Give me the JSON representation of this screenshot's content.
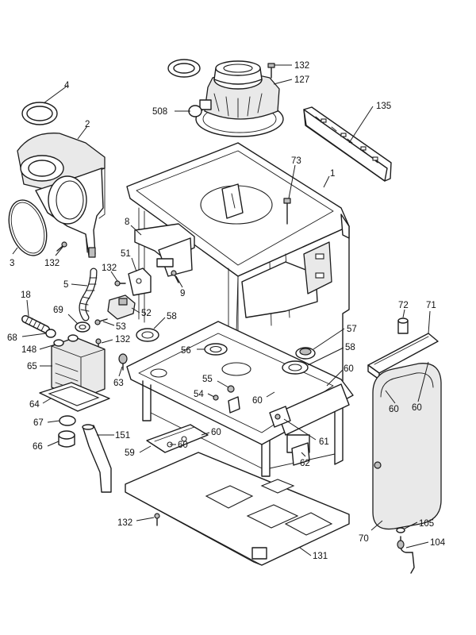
{
  "labels": {
    "l4": "4",
    "l2": "2",
    "l3": "3",
    "l132a": "132",
    "l132b": "132",
    "l127": "127",
    "l508": "508",
    "l135": "135",
    "l73": "73",
    "l1": "1",
    "l8": "8",
    "l51": "51",
    "l132c": "132",
    "l5": "5",
    "l9": "9",
    "l52": "52",
    "l18": "18",
    "l69": "69",
    "l53": "53",
    "l58a": "58",
    "l72": "72",
    "l71": "71",
    "l68": "68",
    "l132d": "132",
    "l57": "57",
    "l148": "148",
    "l56": "56",
    "l58b": "58",
    "l65": "65",
    "l63": "63",
    "l55": "55",
    "l60a": "60",
    "l54": "54",
    "l60b": "60",
    "l60c": "60",
    "l60d": "60",
    "l64": "64",
    "l67": "67",
    "l151": "151",
    "l60e": "60",
    "l66": "66",
    "l59": "59",
    "l60f": "60",
    "l61": "61",
    "l62": "62",
    "l132e": "132",
    "l105": "105",
    "l104": "104",
    "l70": "70",
    "l131": "131"
  }
}
